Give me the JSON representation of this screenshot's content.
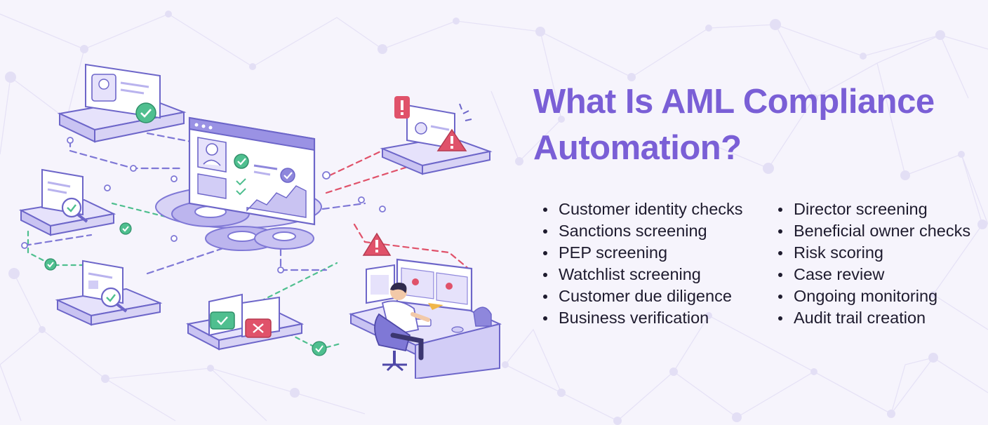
{
  "heading": {
    "line1": "What Is AML Compliance",
    "line2": "Automation?"
  },
  "features_left": [
    "Customer identity checks",
    "Sanctions screening",
    "PEP screening",
    "Watchlist screening",
    "Customer due diligence",
    "Business verification"
  ],
  "features_right": [
    "Director screening",
    "Beneficial owner checks",
    "Risk scoring",
    "Case review",
    "Ongoing monitoring",
    "Audit trail creation"
  ],
  "colors": {
    "background": "#f6f4fc",
    "accent": "#7a5fd6",
    "text": "#1e1b2e",
    "check_green": "#4fbf8f",
    "alert_red": "#e0526a",
    "line_purple": "#7f78d6"
  },
  "illustration": {
    "icons": [
      "id-card-icon",
      "document-search-icon",
      "dashboard-monitor-icon",
      "gear-icon",
      "alert-icon",
      "checkmark-icon",
      "cross-icon",
      "analyst-workstation-icon"
    ]
  }
}
